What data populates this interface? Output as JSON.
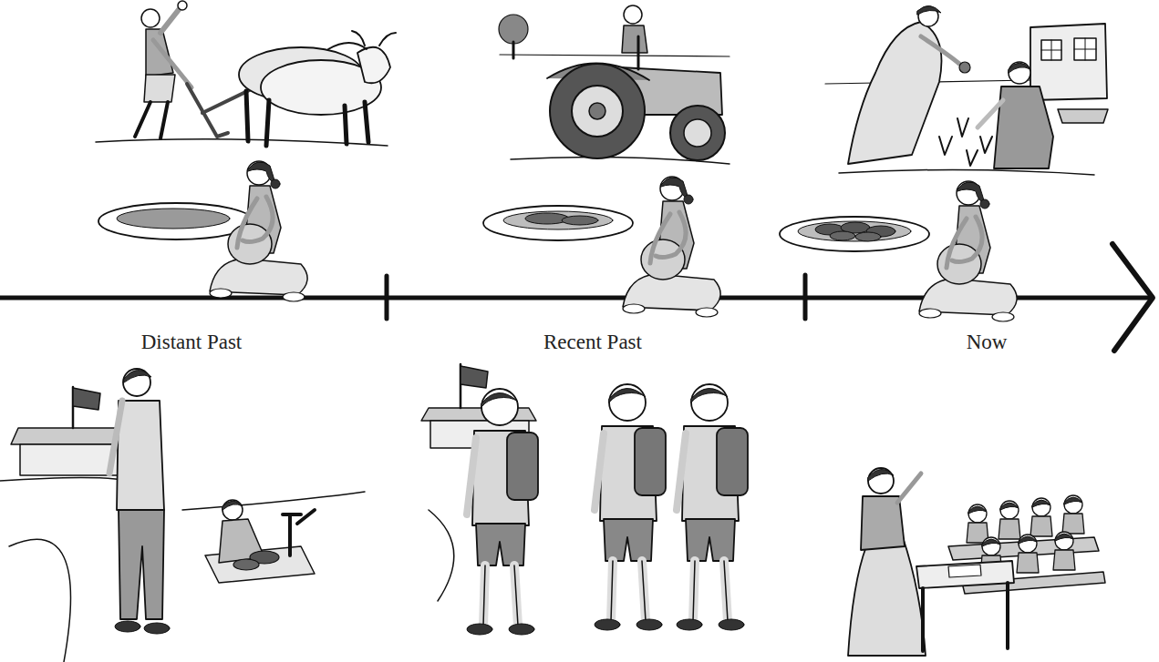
{
  "diagram": {
    "labels": [
      "Distant Past",
      "Recent Past",
      "Now"
    ]
  }
}
